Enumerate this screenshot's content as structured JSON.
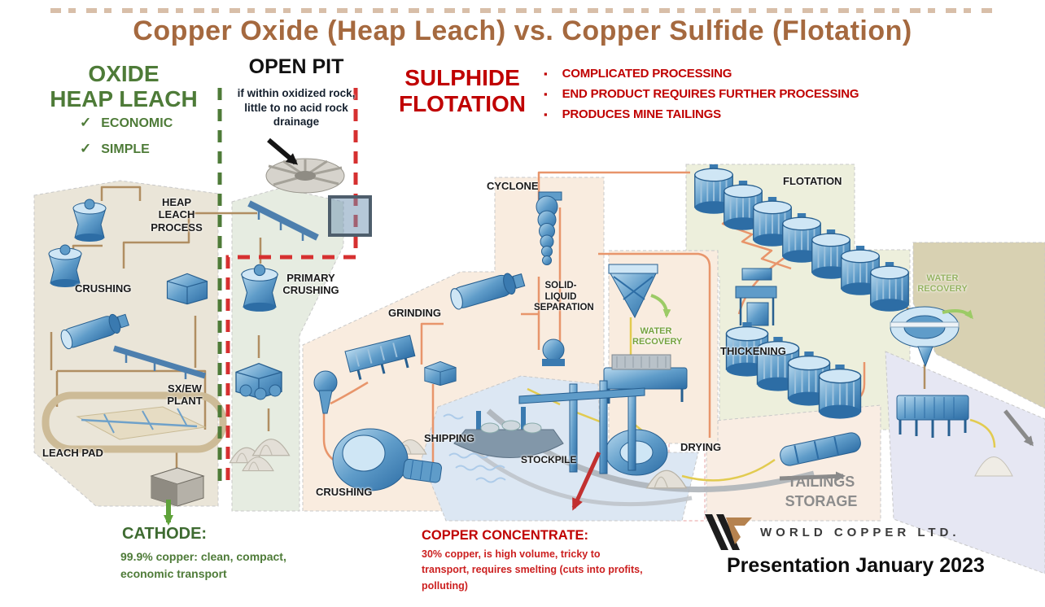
{
  "title": "Copper Oxide (Heap Leach) vs. Copper Sulfide (Flotation)",
  "oxide_panel": {
    "heading_line1": "OXIDE",
    "heading_line2": "HEAP LEACH",
    "checkmark": "✓",
    "benefit1": "ECONOMIC",
    "benefit2": "SIMPLE"
  },
  "open_pit": {
    "heading": "OPEN PIT",
    "note": "if within oxidized rock, little to no acid rock drainage"
  },
  "sulphide_panel": {
    "heading_line1": "SULPHIDE",
    "heading_line2": "FLOTATION",
    "bullet_icon": "▪",
    "bullet1": "COMPLICATED PROCESSING",
    "bullet2": "END PRODUCT REQUIRES FURTHER PROCESSING",
    "bullet3": "PRODUCES MINE TAILINGS"
  },
  "process_labels": {
    "heap_leach_process": "HEAP LEACH PROCESS",
    "crushing_oxide": "CRUSHING",
    "sx_ew_plant": "SX/EW PLANT",
    "leach_pad": "LEACH PAD",
    "primary_crushing": "PRIMARY CRUSHING",
    "grinding": "GRINDING",
    "crushing_sulphide": "CRUSHING",
    "cyclone": "CYCLONE",
    "solid_liquid_separation": "SOLID-LIQUID SEPARATION",
    "water_recovery_mid": "WATER RECOVERY",
    "shipping": "SHIPPING",
    "stockpile": "STOCKPILE",
    "flotation": "FLOTATION",
    "thickening": "THICKENING",
    "drying": "DRYING",
    "water_recovery_right": "WATER RECOVERY",
    "tailings_storage": "TAILINGS STORAGE"
  },
  "cathode_callout": {
    "heading": "CATHODE:",
    "body": "99.9% copper: clean, compact, economic transport"
  },
  "concentrate_callout": {
    "heading": "COPPER CONCENTRATE:",
    "body": "30% copper, is high volume, tricky to transport, requires smelting (cuts into profits, polluting)"
  },
  "footer": {
    "brand": "WORLD COPPER LTD.",
    "caption": "Presentation January 2023"
  },
  "colors": {
    "title_brown": "#A5693F",
    "green": "#4E7B38",
    "light_green_arrow": "#9CCB66",
    "red": "#C00000",
    "gray_label": "#8C8C8C",
    "tan_line": "#B08E62",
    "orange_line": "#E8956B",
    "yellow_line": "#E2CB50",
    "machine_blue": "#5F9CC9",
    "zone_oxide": "#EAE5D8",
    "zone_open_pit": "#E6ECE1",
    "zone_mill": "#F9ECDF",
    "zone_flotation": "#EDEFDC",
    "zone_khaki": "#D8D1B2",
    "zone_water": "#DCE7F3",
    "zone_lavender": "#E6E7F3"
  }
}
